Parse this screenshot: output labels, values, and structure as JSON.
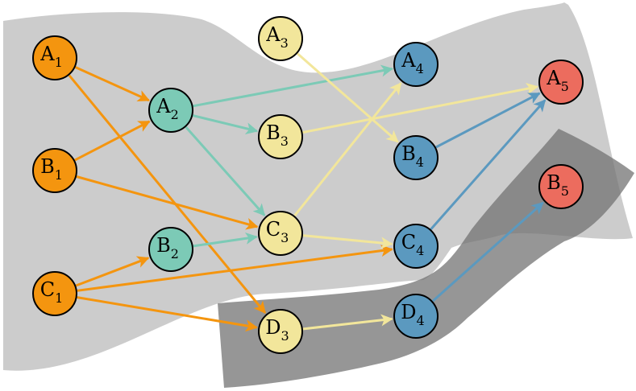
{
  "colors": {
    "orange": "#f4950f",
    "teal": "#7ccab6",
    "yellow": "#f2e69b",
    "blue": "#5b99bf",
    "red": "#ec6c5e",
    "light_region": "#c9c9c9",
    "dark_region": "#737373"
  },
  "nodes": [
    {
      "id": "A1",
      "letter": "A",
      "index": "1",
      "color": "orange"
    },
    {
      "id": "B1",
      "letter": "B",
      "index": "1",
      "color": "orange"
    },
    {
      "id": "C1",
      "letter": "C",
      "index": "1",
      "color": "orange"
    },
    {
      "id": "A2",
      "letter": "A",
      "index": "2",
      "color": "teal"
    },
    {
      "id": "B2",
      "letter": "B",
      "index": "2",
      "color": "teal"
    },
    {
      "id": "A3",
      "letter": "A",
      "index": "3",
      "color": "yellow"
    },
    {
      "id": "B3",
      "letter": "B",
      "index": "3",
      "color": "yellow"
    },
    {
      "id": "C3",
      "letter": "C",
      "index": "3",
      "color": "yellow"
    },
    {
      "id": "D3",
      "letter": "D",
      "index": "3",
      "color": "yellow"
    },
    {
      "id": "A4",
      "letter": "A",
      "index": "4",
      "color": "blue"
    },
    {
      "id": "B4",
      "letter": "B",
      "index": "4",
      "color": "blue"
    },
    {
      "id": "C4",
      "letter": "C",
      "index": "4",
      "color": "blue"
    },
    {
      "id": "D4",
      "letter": "D",
      "index": "4",
      "color": "blue"
    },
    {
      "id": "A5",
      "letter": "A",
      "index": "5",
      "color": "red"
    },
    {
      "id": "B5",
      "letter": "B",
      "index": "5",
      "color": "red"
    }
  ],
  "edges": [
    {
      "from": "A1",
      "to": "A2",
      "color": "orange"
    },
    {
      "from": "A1",
      "to": "D3",
      "color": "orange"
    },
    {
      "from": "B1",
      "to": "A2",
      "color": "orange"
    },
    {
      "from": "B1",
      "to": "C3",
      "color": "orange"
    },
    {
      "from": "C1",
      "to": "B2",
      "color": "orange"
    },
    {
      "from": "C1",
      "to": "C4",
      "color": "orange"
    },
    {
      "from": "C1",
      "to": "D3",
      "color": "orange"
    },
    {
      "from": "A2",
      "to": "A4",
      "color": "teal"
    },
    {
      "from": "A2",
      "to": "B3",
      "color": "teal"
    },
    {
      "from": "A2",
      "to": "C3",
      "color": "teal"
    },
    {
      "from": "B2",
      "to": "C3",
      "color": "teal"
    },
    {
      "from": "A3",
      "to": "B4",
      "color": "yellow"
    },
    {
      "from": "B3",
      "to": "A5",
      "color": "yellow"
    },
    {
      "from": "C3",
      "to": "A4",
      "color": "yellow"
    },
    {
      "from": "C3",
      "to": "C4",
      "color": "yellow"
    },
    {
      "from": "D3",
      "to": "D4",
      "color": "yellow"
    },
    {
      "from": "B4",
      "to": "A5",
      "color": "blue"
    },
    {
      "from": "C4",
      "to": "A5",
      "color": "blue"
    },
    {
      "from": "D4",
      "to": "B5",
      "color": "blue"
    }
  ],
  "regions": [
    {
      "name": "light-region",
      "color": "light_region"
    },
    {
      "name": "dark-region",
      "color": "dark_region"
    }
  ]
}
